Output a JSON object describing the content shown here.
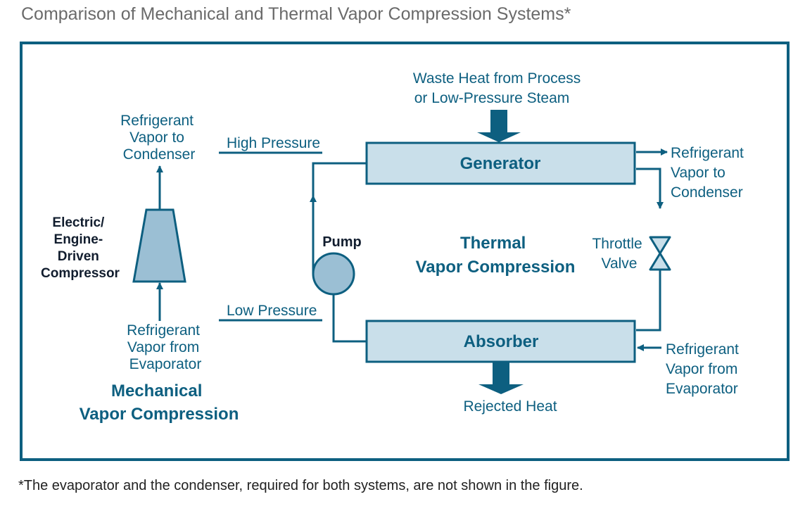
{
  "title": "Comparison of Mechanical and Thermal Vapor Compression Systems*",
  "footnote": "*The evaporator and the condenser, required for both systems, are not shown in the figure.",
  "colors": {
    "frame": "#0d5f80",
    "text": "#0d5f80",
    "box_fill": "#c9dfea",
    "compressor_fill": "#9bbfd4"
  },
  "mechanical": {
    "vapor_to_condenser": [
      "Refrigerant",
      "Vapor to",
      "Condenser"
    ],
    "compressor_label": [
      "Electric/",
      "Engine-",
      "Driven",
      "Compressor"
    ],
    "vapor_from_evaporator": [
      "Refrigerant",
      "Vapor from",
      "Evaporator"
    ],
    "heading": [
      "Mechanical",
      "Vapor Compression"
    ],
    "high_pressure": "High Pressure",
    "low_pressure": "Low Pressure"
  },
  "thermal": {
    "waste_heat": [
      "Waste Heat from Process",
      "or Low-Pressure Steam"
    ],
    "generator": "Generator",
    "absorber": "Absorber",
    "pump": "Pump",
    "heading": [
      "Thermal",
      "Vapor Compression"
    ],
    "throttle_valve": [
      "Throttle",
      "Valve"
    ],
    "vapor_to_condenser": [
      "Refrigerant",
      "Vapor to",
      "Condenser"
    ],
    "vapor_from_evaporator": [
      "Refrigerant",
      "Vapor from",
      "Evaporator"
    ],
    "rejected_heat": "Rejected Heat"
  }
}
